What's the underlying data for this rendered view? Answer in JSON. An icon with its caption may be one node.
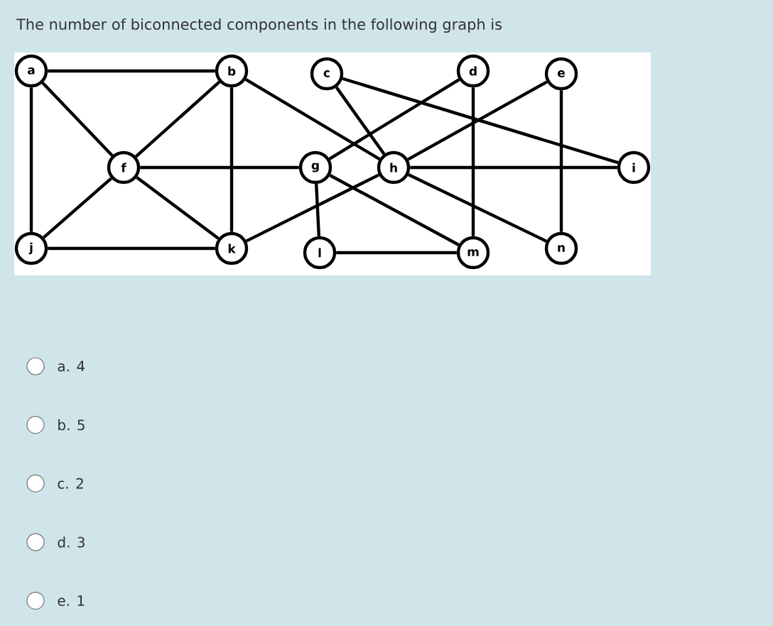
{
  "diagram": {
    "title": "The number of biconnected components in the following graph is",
    "nodes": [
      {
        "text": [
          "a"
        ]
      },
      {
        "text": [
          "b"
        ]
      },
      {
        "text": [
          "c"
        ]
      },
      {
        "text": [
          "d"
        ]
      },
      {
        "text": [
          "e"
        ]
      },
      {
        "text": [
          "f"
        ]
      },
      {
        "text": [
          "g"
        ]
      },
      {
        "text": [
          "h"
        ]
      },
      {
        "text": [
          "i"
        ]
      },
      {
        "text": [
          "j"
        ]
      },
      {
        "text": [
          "k"
        ]
      },
      {
        "text": [
          "l"
        ]
      },
      {
        "text": [
          "m"
        ]
      },
      {
        "text": [
          "n"
        ]
      }
    ],
    "edges": [
      {
        "from": 0,
        "to": 1,
        "arrow": "none"
      },
      {
        "from": 0,
        "to": 5,
        "arrow": "none"
      },
      {
        "from": 0,
        "to": 9,
        "arrow": "none"
      },
      {
        "from": 1,
        "to": 5,
        "arrow": "none"
      },
      {
        "from": 1,
        "to": 10,
        "arrow": "none"
      },
      {
        "from": 1,
        "to": 7,
        "arrow": "none"
      },
      {
        "from": 5,
        "to": 6,
        "arrow": "none"
      },
      {
        "from": 5,
        "to": 9,
        "arrow": "none"
      },
      {
        "from": 5,
        "to": 10,
        "arrow": "none"
      },
      {
        "from": 9,
        "to": 10,
        "arrow": "none"
      },
      {
        "from": 10,
        "to": 7,
        "arrow": "none"
      },
      {
        "from": 6,
        "to": 3,
        "arrow": "none"
      },
      {
        "from": 6,
        "to": 11,
        "arrow": "none"
      },
      {
        "from": 6,
        "to": 12,
        "arrow": "none"
      },
      {
        "from": 2,
        "to": 7,
        "arrow": "none"
      },
      {
        "from": 2,
        "to": 8,
        "arrow": "none"
      },
      {
        "from": 7,
        "to": 4,
        "arrow": "none"
      },
      {
        "from": 7,
        "to": 8,
        "arrow": "none"
      },
      {
        "from": 7,
        "to": 13,
        "arrow": "none"
      },
      {
        "from": 3,
        "to": 12,
        "arrow": "none"
      },
      {
        "from": 4,
        "to": 13,
        "arrow": "none"
      },
      {
        "from": 11,
        "to": 12,
        "arrow": "none"
      }
    ],
    "labels": [
      "a. 4",
      "b. 5",
      "c. 2",
      "d. 3",
      "e. 1"
    ]
  }
}
